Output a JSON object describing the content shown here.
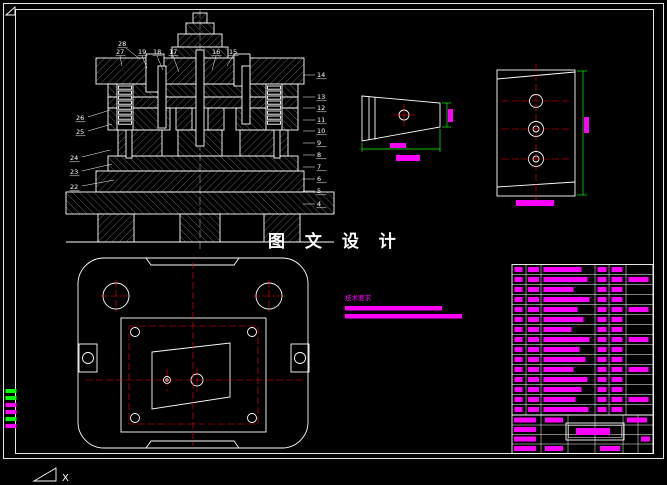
{
  "sheet": {
    "background": "#000000",
    "frame_color": "#ffffff"
  },
  "colors": {
    "line": "#ffffff",
    "annotation_text": "#ff00ff",
    "dimension": "#00ff00",
    "centerline": "#ff0000"
  },
  "watermark": "图 文 设 计",
  "assembly": {
    "label_28": "28",
    "labels_top": [
      "27",
      "19",
      "18",
      "17",
      "16",
      "15"
    ],
    "labels_left": [
      "26",
      "25",
      "24",
      "23",
      "22"
    ],
    "labels_right": [
      "14",
      "13",
      "12",
      "11",
      "10",
      "9",
      "8",
      "7",
      "6",
      "5",
      "4"
    ]
  },
  "notes": {
    "title": "技术要求",
    "line_lengths": [
      97,
      117
    ]
  },
  "bom": {
    "row_count": 15,
    "name_bar_widths": [
      38,
      44,
      30,
      46,
      34,
      40,
      28,
      46,
      36,
      42,
      30,
      44,
      38,
      32,
      45
    ]
  },
  "ucs": {
    "x_label": "X"
  }
}
